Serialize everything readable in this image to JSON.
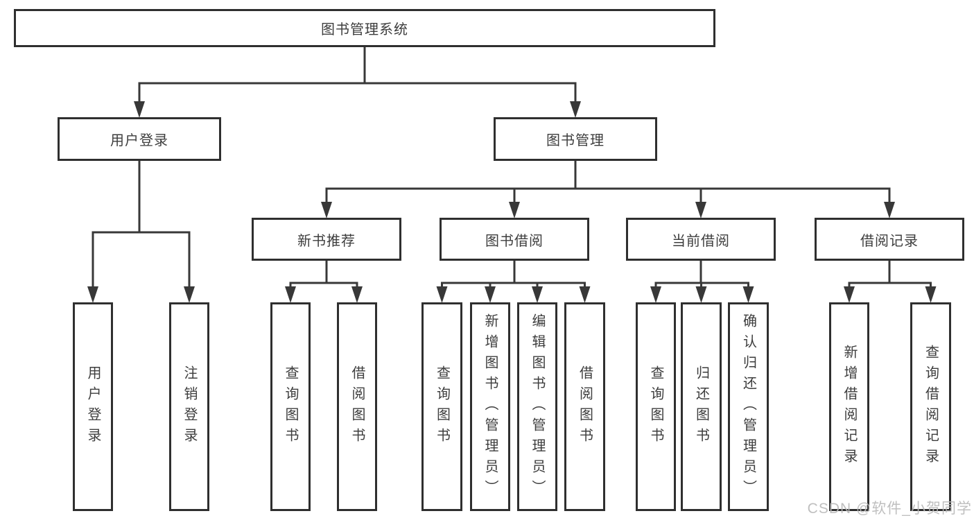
{
  "diagram": {
    "type": "hierarchy-tree",
    "title": "图书管理系统",
    "watermark": "CSDN @软件_小贺同学",
    "colors": {
      "background": "#ffffff",
      "box_fill": "#ffffff",
      "box_border": "#2f2f2f",
      "line": "#383838",
      "text": "#3d3d3d",
      "watermark": "#b9b9b9"
    },
    "nodes": [
      {
        "id": "root",
        "label": "图书管理系统",
        "text_direction": "horizontal",
        "level": 1
      },
      {
        "id": "user-login",
        "label": "用户登录",
        "text_direction": "horizontal",
        "level": 2
      },
      {
        "id": "book-mgmt",
        "label": "图书管理",
        "text_direction": "horizontal",
        "level": 2
      },
      {
        "id": "new-book-rec",
        "label": "新书推荐",
        "text_direction": "horizontal",
        "level": 3
      },
      {
        "id": "book-borrow",
        "label": "图书借阅",
        "text_direction": "horizontal",
        "level": 3
      },
      {
        "id": "current-borrow",
        "label": "当前借阅",
        "text_direction": "horizontal",
        "level": 3
      },
      {
        "id": "borrow-records",
        "label": "借阅记录",
        "text_direction": "horizontal",
        "level": 3
      },
      {
        "id": "user-login-leaf",
        "label": "用户登录",
        "text_direction": "vertical",
        "level": 4
      },
      {
        "id": "logout-leaf",
        "label": "注销登录",
        "text_direction": "vertical",
        "level": 4
      },
      {
        "id": "nbr-query-books",
        "label": "查询图书",
        "text_direction": "vertical",
        "level": 4
      },
      {
        "id": "nbr-borrow-books",
        "label": "借阅图书",
        "text_direction": "vertical",
        "level": 4
      },
      {
        "id": "bb-query-books",
        "label": "查询图书",
        "text_direction": "vertical",
        "level": 4
      },
      {
        "id": "bb-add-books",
        "label": "新增图书（管理员）",
        "text_direction": "vertical",
        "level": 4
      },
      {
        "id": "bb-edit-books",
        "label": "编辑图书（管理员）",
        "text_direction": "vertical",
        "level": 4
      },
      {
        "id": "bb-borrow-books",
        "label": "借阅图书",
        "text_direction": "vertical",
        "level": 4
      },
      {
        "id": "cb-query-books",
        "label": "查询图书",
        "text_direction": "vertical",
        "level": 4
      },
      {
        "id": "cb-return-books",
        "label": "归还图书",
        "text_direction": "vertical",
        "level": 4
      },
      {
        "id": "cb-confirm-return",
        "label": "确认归还（管理员）",
        "text_direction": "vertical",
        "level": 4
      },
      {
        "id": "br-add-record",
        "label": "新增借阅记录",
        "text_direction": "vertical",
        "level": 4
      },
      {
        "id": "br-query-record",
        "label": "查询借阅记录",
        "text_direction": "vertical",
        "level": 4
      }
    ],
    "edges": [
      {
        "from": "root",
        "to": [
          "user-login",
          "book-mgmt"
        ]
      },
      {
        "from": "user-login",
        "to": [
          "user-login-leaf",
          "logout-leaf"
        ]
      },
      {
        "from": "book-mgmt",
        "to": [
          "new-book-rec",
          "book-borrow",
          "current-borrow",
          "borrow-records"
        ]
      },
      {
        "from": "new-book-rec",
        "to": [
          "nbr-query-books",
          "nbr-borrow-books"
        ]
      },
      {
        "from": "book-borrow",
        "to": [
          "bb-query-books",
          "bb-add-books",
          "bb-edit-books",
          "bb-borrow-books"
        ]
      },
      {
        "from": "current-borrow",
        "to": [
          "cb-query-books",
          "cb-return-books",
          "cb-confirm-return"
        ]
      },
      {
        "from": "borrow-records",
        "to": [
          "br-add-record",
          "br-query-record"
        ]
      }
    ]
  }
}
